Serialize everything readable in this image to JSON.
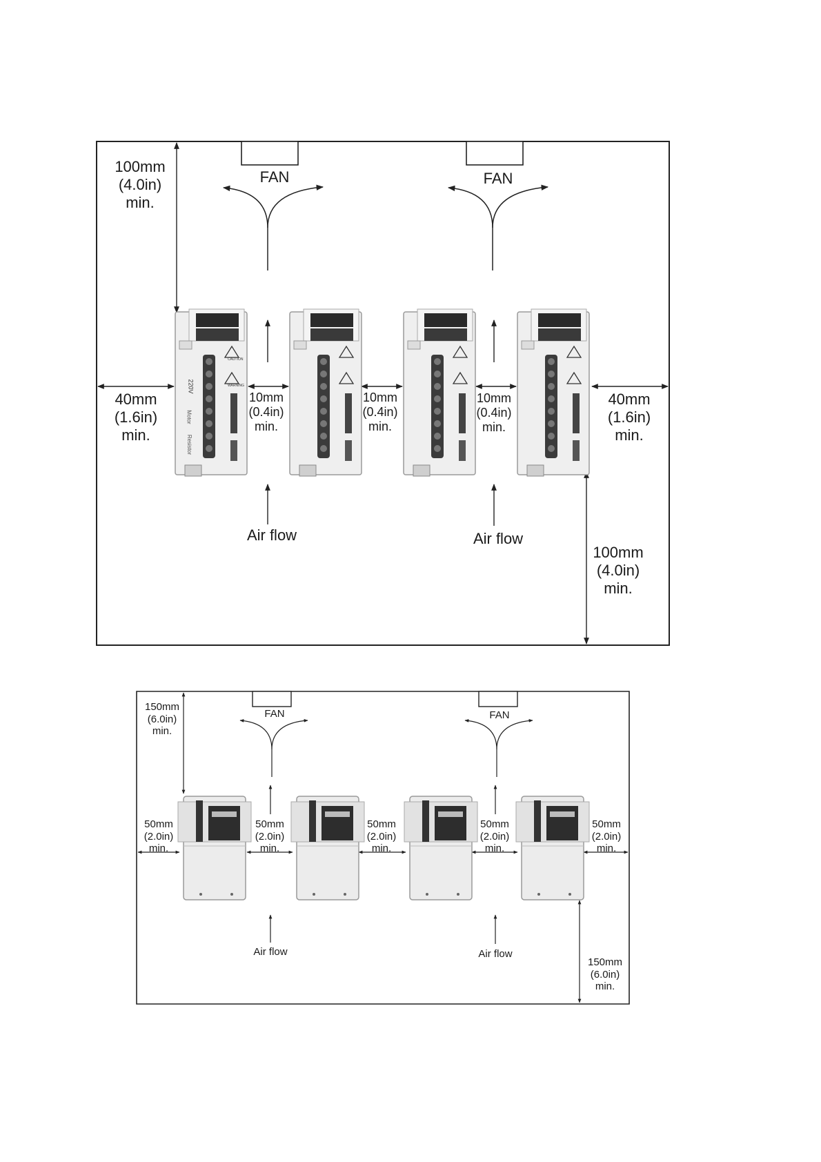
{
  "diagram1": {
    "fan_label": "FAN",
    "airflow_label": "Air flow",
    "top_clearance": "100mm\n(4.0in)\nmin.",
    "bottom_clearance": "100mm\n(4.0in)\nmin.",
    "side_clearance_left": "40mm\n(1.6in)\nmin.",
    "side_clearance_right": "40mm\n(1.6in)\nmin.",
    "between_clearance": "10mm\n(0.4in)\nmin.",
    "drive_labels": {
      "voltage": "220V",
      "motor": "Motor",
      "resistor": "Resistor",
      "caution": "CAUTION",
      "warning": "WARNING"
    }
  },
  "diagram2": {
    "fan_label": "FAN",
    "airflow_label": "Air flow",
    "top_clearance": "150mm\n(6.0in)\nmin.",
    "bottom_clearance": "150mm\n(6.0in)\nmin.",
    "side_clearance": "50mm\n(2.0in)\nmin."
  }
}
